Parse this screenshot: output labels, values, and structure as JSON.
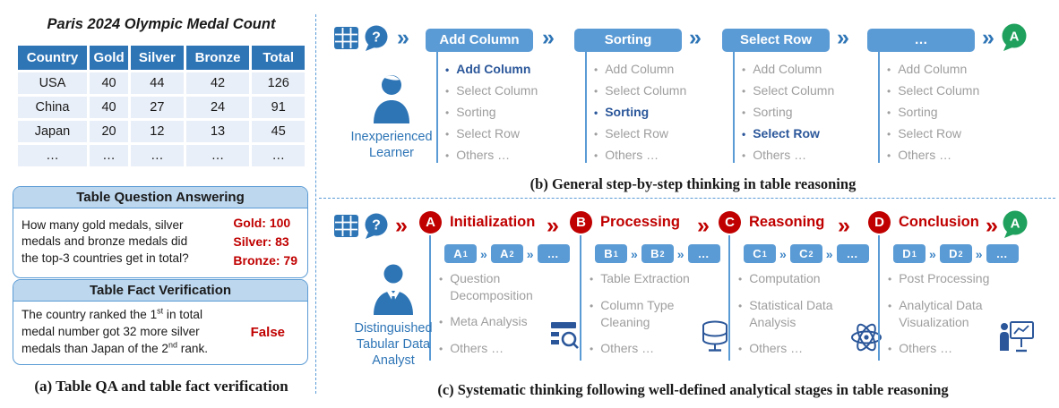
{
  "icons": {
    "chevron": "»",
    "bullet": "•"
  },
  "colors": {
    "accent_blue": "#5B9BD5",
    "deep_blue": "#2E75B6",
    "active_blue": "#2B579A",
    "header_fill": "#BDD7EE",
    "row_fill": "#E9EFF8",
    "stage_red": "#C00000",
    "answer_green": "#1FA15D",
    "muted_gray": "#9E9E9E"
  },
  "panel_a": {
    "title": "Paris 2024 Olympic Medal Count",
    "table": {
      "headers": [
        "Country",
        "Gold",
        "Silver",
        "Bronze",
        "Total"
      ],
      "rows": [
        [
          "USA",
          "40",
          "44",
          "42",
          "126"
        ],
        [
          "China",
          "40",
          "27",
          "24",
          "91"
        ],
        [
          "Japan",
          "20",
          "12",
          "13",
          "45"
        ],
        [
          "…",
          "…",
          "…",
          "…",
          "…"
        ]
      ]
    },
    "qa": {
      "title": "Table Question Answering",
      "question": "How many gold medals, silver medals and bronze medals did the top-3 countries get in total?",
      "answer_lines": [
        "Gold: 100",
        "Silver: 83",
        "Bronze: 79"
      ]
    },
    "fact": {
      "title": "Table Fact Verification",
      "statement_pre": "The country ranked the 1",
      "statement_sup1": "st",
      "statement_mid": " in total medal number got 32 more silver medals than Japan of the 2",
      "statement_sup2": "nd",
      "statement_post": " rank.",
      "answer": "False"
    },
    "caption": "(a) Table QA and table fact verification"
  },
  "panel_b": {
    "question_badge": "?",
    "answer_badge": "A",
    "actor_line1": "Inexperienced",
    "actor_line2": "Learner",
    "steps": [
      {
        "button": "Add Column",
        "active": 0,
        "options": [
          "Add Column",
          "Select Column",
          "Sorting",
          "Select Row",
          "Others …"
        ]
      },
      {
        "button": "Sorting",
        "active": 2,
        "options": [
          "Add Column",
          "Select Column",
          "Sorting",
          "Select Row",
          "Others …"
        ]
      },
      {
        "button": "Select Row",
        "active": 3,
        "options": [
          "Add Column",
          "Select Column",
          "Sorting",
          "Select Row",
          "Others …"
        ]
      },
      {
        "button": "…",
        "active": -1,
        "options": [
          "Add Column",
          "Select Column",
          "Sorting",
          "Select Row",
          "Others …"
        ]
      }
    ],
    "caption": "(b) General step-by-step thinking in table reasoning"
  },
  "panel_c": {
    "question_badge": "?",
    "answer_badge": "A",
    "actor_line1": "Distinguished",
    "actor_line2": "Tabular Data",
    "actor_line3": "Analyst",
    "stages": [
      {
        "letter": "A",
        "name": "Initialization",
        "chips": [
          {
            "base": "A",
            "sub": "1"
          },
          {
            "base": "A",
            "sub": "2"
          },
          {
            "base": "…",
            "sub": ""
          }
        ],
        "items": [
          "Question Decomposition",
          "Meta Analysis",
          "Others …"
        ]
      },
      {
        "letter": "B",
        "name": "Processing",
        "chips": [
          {
            "base": "B",
            "sub": "1"
          },
          {
            "base": "B",
            "sub": "2"
          },
          {
            "base": "…",
            "sub": ""
          }
        ],
        "items": [
          "Table Extraction",
          "Column Type Cleaning",
          "Others …"
        ]
      },
      {
        "letter": "C",
        "name": "Reasoning",
        "chips": [
          {
            "base": "C",
            "sub": "1"
          },
          {
            "base": "C",
            "sub": "2"
          },
          {
            "base": "…",
            "sub": ""
          }
        ],
        "items": [
          "Computation",
          "Statistical Data Analysis",
          "Others …"
        ]
      },
      {
        "letter": "D",
        "name": "Conclusion",
        "chips": [
          {
            "base": "D",
            "sub": "1"
          },
          {
            "base": "D",
            "sub": "2"
          },
          {
            "base": "…",
            "sub": ""
          }
        ],
        "items": [
          "Post Processing",
          "Analytical Data Visualization",
          "Others …"
        ]
      }
    ],
    "caption": "(c) Systematic thinking following well-defined analytical stages in table reasoning"
  }
}
